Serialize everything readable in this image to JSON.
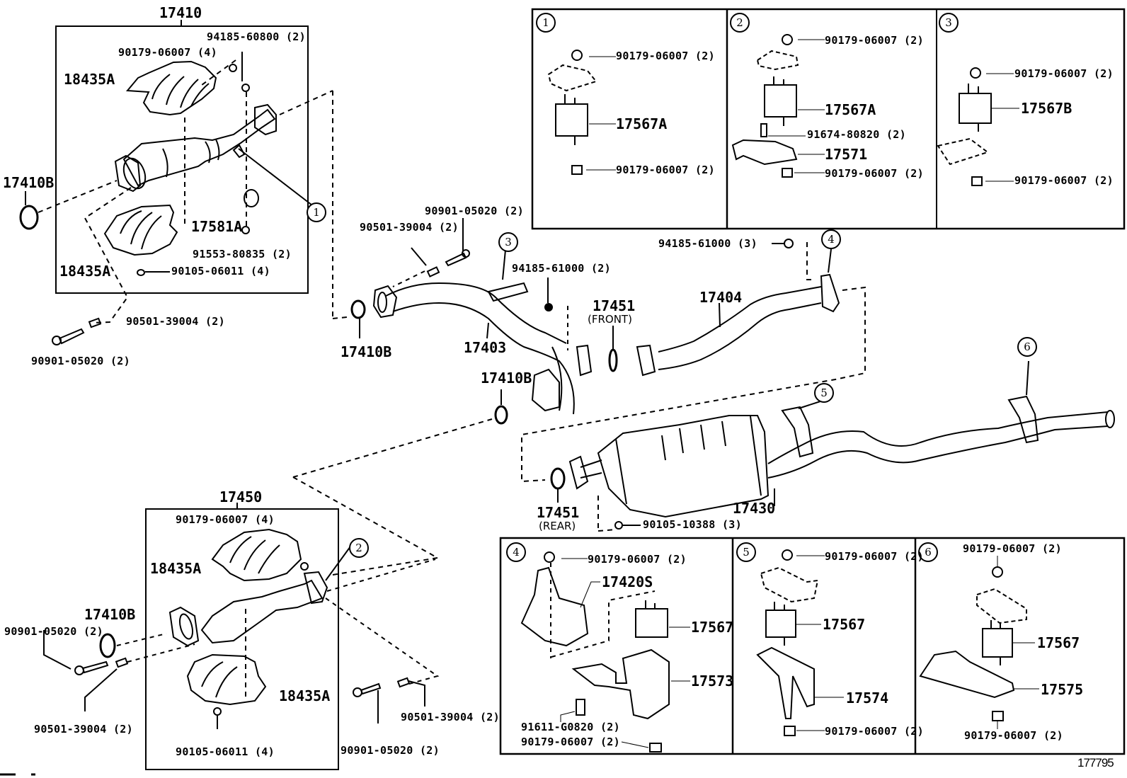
{
  "diagram": {
    "figure_number": "177795",
    "assemblies": {
      "front_converter_assy": "17410",
      "rear_converter_assy": "17450"
    },
    "main_labels": {
      "gasket_17410b_left": "17410B",
      "gasket_17410b_mid": "17410B",
      "gasket_17410b_lower": "17410B",
      "gasket_17410b_bottom": "17410B",
      "front_pipe": "17403",
      "center_pipe": "17404",
      "tail_pipe_muffler": "17430",
      "gasket_front_num": "17451",
      "gasket_front_note": "(FRONT)",
      "gasket_rear_num": "17451",
      "gasket_rear_note": "(REAR)",
      "heat_insulator_top": "18435A",
      "heat_insulator_bottom": "18435A",
      "heat_insulator_rear_top": "18435A",
      "heat_insulator_rear_bottom": "18435A",
      "bracket_17581a": "17581A",
      "nut_94185_60800": "94185-60800 (2)",
      "nut_90179_top_box1": "90179-06007 (4)",
      "bolt_91553": "91553-80835 (2)",
      "bolt_90105_06011_top": "90105-06011 (4)",
      "spring_90501_left": "90501-39004 (2)",
      "bolt_90901_left": "90901-05020 (2)",
      "bolt_90901_mid": "90901-05020 (2)",
      "spring_90501_mid": "90501-39004 (2)",
      "nut_94185_61000_2": "94185-61000 (2)",
      "nut_94185_61000_3": "94185-61000 (3)",
      "bolt_90105_10388": "90105-10388 (3)",
      "nut_90179_box2": "90179-06007 (4)",
      "bolt_90901_bl": "90901-05020 (2)",
      "spring_90501_bl": "90501-39004 (2)",
      "bolt_90105_06011_bottom": "90105-06011 (4)",
      "bolt_90901_br": "90901-05020 (2)",
      "spring_90501_br": "90501-39004 (2)"
    },
    "callouts": [
      "1",
      "2",
      "3",
      "4",
      "5",
      "6"
    ],
    "detail_panels": [
      {
        "id": "1",
        "labels": [
          "90179-06007 (2)",
          "17567A",
          "90179-06007 (2)"
        ]
      },
      {
        "id": "2",
        "labels": [
          "90179-06007 (2)",
          "17567A",
          "91674-80820 (2)",
          "17571",
          "90179-06007 (2)"
        ]
      },
      {
        "id": "3",
        "labels": [
          "90179-06007 (2)",
          "17567B",
          "90179-06007 (2)"
        ]
      },
      {
        "id": "4",
        "labels": [
          "90179-06007 (2)",
          "17420S",
          "17567",
          "17573",
          "91611-G0820 (2)",
          "90179-06007 (2)"
        ]
      },
      {
        "id": "5",
        "labels": [
          "90179-06007 (2)",
          "17567",
          "17574",
          "90179-06007 (2)"
        ]
      },
      {
        "id": "6",
        "labels": [
          "90179-06007 (2)",
          "17567",
          "17575",
          "90179-06007 (2)"
        ]
      }
    ]
  }
}
